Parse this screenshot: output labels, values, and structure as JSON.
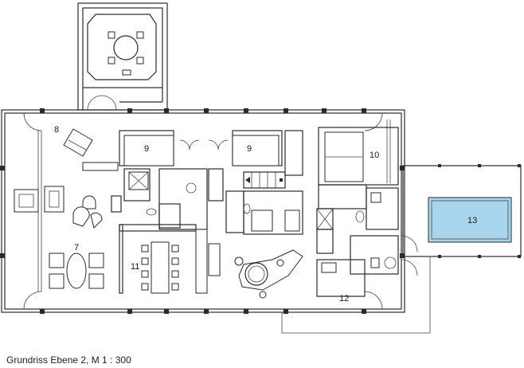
{
  "caption": "Grundriss Ebene 2, M 1 : 300",
  "rooms": [
    {
      "id": "8",
      "label": "8"
    },
    {
      "id": "9a",
      "label": "9"
    },
    {
      "id": "9b",
      "label": "9"
    },
    {
      "id": "10",
      "label": "10"
    },
    {
      "id": "7",
      "label": "7"
    },
    {
      "id": "11",
      "label": "11"
    },
    {
      "id": "12",
      "label": "12"
    },
    {
      "id": "13",
      "label": "13"
    }
  ],
  "colors": {
    "line": "#2a2a2a",
    "pool": "#a9d6ee",
    "background": "#ffffff"
  }
}
